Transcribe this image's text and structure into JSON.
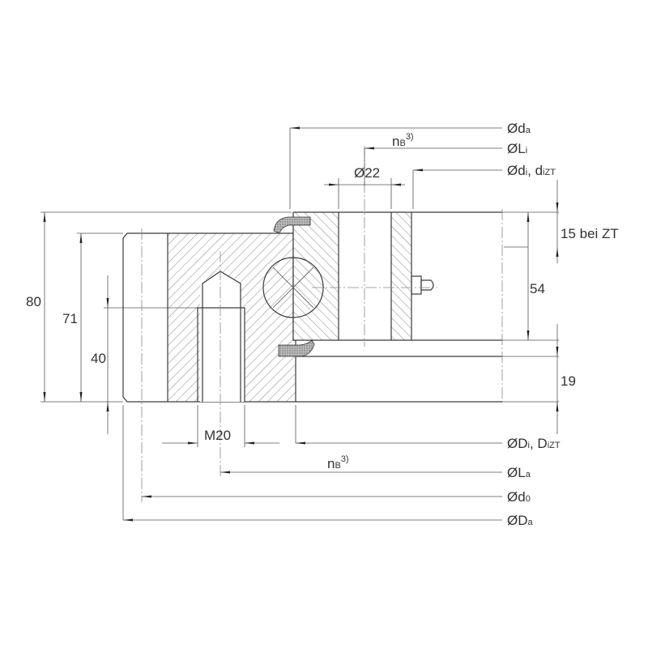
{
  "dimensions": {
    "height_total": "80",
    "height_outer": "71",
    "thread_depth": "40",
    "height_inner": "54",
    "zt_offset": "15 bei ZT",
    "gap_height": "19",
    "hole_diameter": "Ø22",
    "thread": "M20"
  },
  "leaders_top": [
    {
      "main": "Ød",
      "sub": "a"
    },
    {
      "main": "ØL",
      "sub": "i"
    },
    {
      "main": "Ød",
      "sub": "i",
      "tail": ", d",
      "sub2": "iZT"
    }
  ],
  "leaders_bottom": [
    {
      "main": "ØD",
      "sub": "i",
      "tail": ", D",
      "sub2": "iZT"
    },
    {
      "main": "ØL",
      "sub": "a"
    },
    {
      "main": "Ød",
      "sub": "0"
    },
    {
      "main": "ØD",
      "sub": "a"
    }
  ],
  "hole_count": {
    "main": "n",
    "sub": "B",
    "sup": "3)"
  },
  "colors": {
    "line": "#3a3a3a",
    "background": "#ffffff"
  }
}
